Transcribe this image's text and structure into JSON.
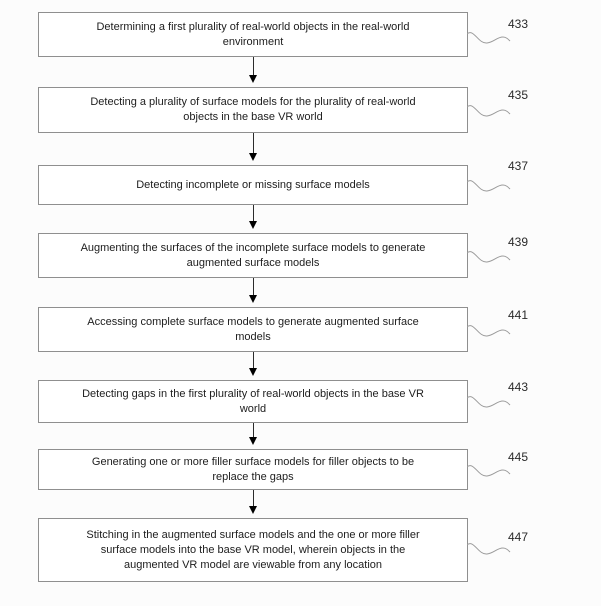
{
  "figure": {
    "type": "flowchart",
    "orientation": "vertical",
    "colors": {
      "background": "#fcfcfc",
      "box_fill": "#ffffff",
      "box_border": "#8f8f8f",
      "text": "#1d1d1d",
      "arrow": "#000000",
      "lead_line": "#9b9b9b"
    }
  },
  "steps": [
    {
      "ref": "433",
      "text": "Determining a first plurality of real-world objects in the real-world\nenvironment"
    },
    {
      "ref": "435",
      "text": "Detecting a plurality of surface models for the plurality of real-world\nobjects in the base VR world"
    },
    {
      "ref": "437",
      "text": "Detecting incomplete or missing surface models"
    },
    {
      "ref": "439",
      "text": "Augmenting the surfaces of the incomplete surface models to generate\naugmented surface models"
    },
    {
      "ref": "441",
      "text": "Accessing complete surface models to generate augmented surface\nmodels"
    },
    {
      "ref": "443",
      "text": "Detecting gaps in the first plurality of real-world objects in the base VR\nworld"
    },
    {
      "ref": "445",
      "text": "Generating one or more filler surface models for filler objects to be\nreplace the gaps"
    },
    {
      "ref": "447",
      "text": "Stitching in the augmented surface models and the one or more filler\nsurface models into the base VR model, wherein objects in the\naugmented VR model are viewable from any location"
    }
  ]
}
